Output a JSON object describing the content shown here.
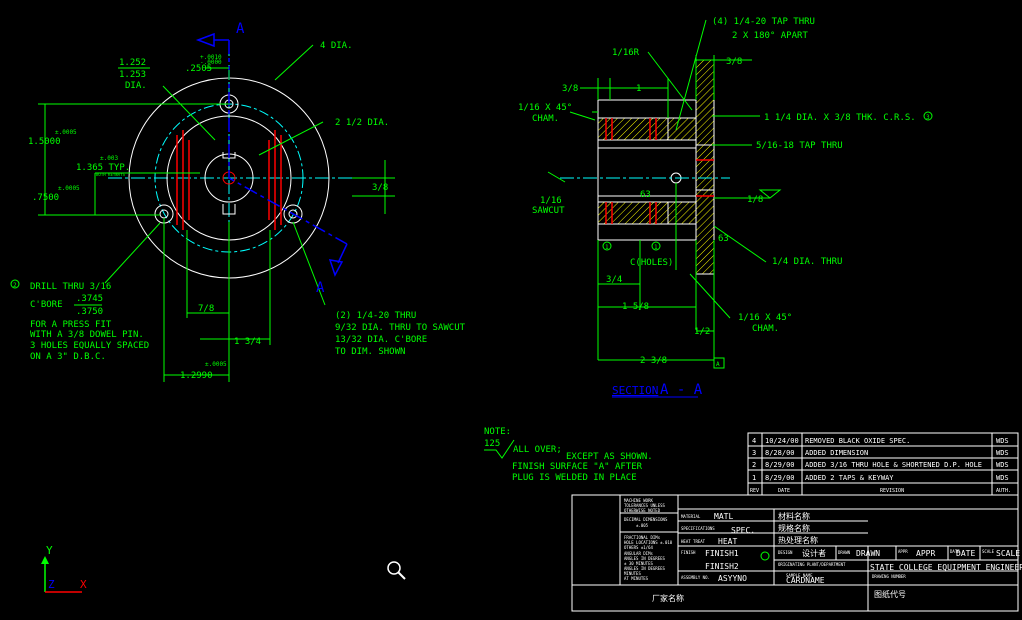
{
  "colors": {
    "background": "#000000",
    "geometry": "#ffffff",
    "dimension": "#00ff00",
    "center": "#00ffff",
    "section": "#ff0000",
    "cutting_plane": "#0000ff",
    "hatch": "#ffff00",
    "section_label": "#0000ff"
  },
  "front_view": {
    "label_a_top": "A",
    "label_a_bottom": "A",
    "dia_4": "4 DIA.",
    "dia_2_half": "2 1/2 DIA.",
    "bore_252": "1.252",
    "bore_253": "1.253",
    "bore_dia": "DIA.",
    "tol_top1": "+.0010",
    "tol_top2": "-.0000",
    "key_2505": ".2505",
    "tol_1": "±.0005",
    "dim_15000": "1.5000",
    "tol_2": "±.003",
    "dim_1365": "1.365 TYP.",
    "both_keyways": "BOTH KEYWAYS",
    "tol_3": "±.0005",
    "dim_7500": ".7500",
    "dim_3_8": "3/8",
    "note_2": "2",
    "drill": "DRILL THRU 3/16",
    "cbore": "C'BORE",
    "cbore_3745": ".3745",
    "cbore_3750": ".3750",
    "press_1": "FOR A PRESS FIT",
    "press_2": "WITH A 3/8 DOWEL PIN.",
    "press_3": "3 HOLES EQUALLY SPACED",
    "press_4": "ON A 3\" D.B.C.",
    "dim_7_8": "7/8",
    "dim_1_3_4": "1 3/4",
    "tol_4": "±.0005",
    "dim_12990": "1.2990",
    "tap_1": "(2) 1/4-20 THRU",
    "tap_2": "9/32 DIA. THRU TO SAWCUT",
    "tap_3": "13/32 DIA. C'BORE",
    "tap_4": "TO DIM. SHOWN"
  },
  "section_view": {
    "tap_top1": "(4) 1/4-20 TAP THRU",
    "tap_top2": "2 X 180° APART",
    "r_116": "1/16R",
    "d_3_8_left": "3/8",
    "d_1": "1",
    "d_3_8_right": "3/8",
    "cham_1": "1/16 X 45°",
    "cham_1b": "CHAM.",
    "crs": "1 1/4 DIA. X 3/8 THK. C.R.S.",
    "crs_num": "3",
    "tap_516": "5/16-18 TAP THRU",
    "saw_1": "1/16",
    "saw_2": "SAWCUT",
    "weld_63": "63",
    "d_1_8": "1/8",
    "c_holes": "C(HOLES)",
    "num1": "1",
    "num1b": "1",
    "weld_63b": "63",
    "dia_14": "1/4 DIA. THRU",
    "d_3_4": "3/4",
    "d_1_5_8": "1 5/8",
    "cham_2": "1/16 X 45°",
    "cham_2b": "CHAM.",
    "d_1_2": "1/2",
    "d_2_3_8": "2 3/8",
    "datum_a": "A",
    "section_label": "SECTION",
    "section_aa": "A - A"
  },
  "notes": {
    "note": "NOTE:",
    "finish_125": "125",
    "all_over": "ALL OVER;",
    "except": "EXCEPT AS SHOWN.",
    "finish_a": "FINISH SURFACE \"A\" AFTER",
    "plug": "PLUG IS WELDED IN PLACE"
  },
  "revisions": {
    "headers": [
      "REV",
      "DATE",
      "REVISION",
      "AUTH."
    ],
    "rows": [
      {
        "rev": "4",
        "date": "10/24/00",
        "desc": "REMOVED BLACK OXIDE SPEC.",
        "auth": "WDS"
      },
      {
        "rev": "3",
        "date": "8/28/00",
        "desc": "ADDED DIMENSION",
        "auth": "WDS"
      },
      {
        "rev": "2",
        "date": "8/29/00",
        "desc": "ADDED 3/16 THRU HOLE & SHORTENED D.P. HOLE",
        "auth": "WDS"
      },
      {
        "rev": "1",
        "date": "8/29/00",
        "desc": "ADDED 2  TAPS & KEYWAY",
        "auth": "WDS"
      }
    ]
  },
  "title_block": {
    "tol_1": "MACHINE WORK",
    "tol_2": "TOLERANCES UNLESS",
    "tol_3": "OTHERWISE NOTED",
    "tol_4": "DECIMAL DIMENSIONS",
    "tol_5": "±.005",
    "tol_6": "FRACTIONAL DIMs",
    "tol_7": "HOLE LOCATIONS ±.010",
    "tol_8": "OTHERS ±1/64",
    "tol_9": "ANGULAR DIMs",
    "tol_10": "ANGLES IN DEGREES",
    "tol_11": "± 30 MINUTES",
    "tol_12": "ANGLES IN DEGREES",
    "tol_13": "MINUTES",
    "tol_14": "AT MINUTES",
    "material_label": "MATERIAL",
    "material": "MATL",
    "material_cn": "材料名称",
    "spec_label": "SPECIFICATIONS",
    "spec": "SPEC.",
    "spec_cn": "规格名称",
    "heat_label": "HEAT TREAT",
    "heat": "HEAT",
    "heat_cn": "热处理名称",
    "finish_label": "FINISH",
    "finish1": "FINISH1",
    "finish2": "FINISH2",
    "assembly_label": "ASSEMBLY NO.",
    "assembly": "ASYYNO",
    "design_label": "DESIGN",
    "design_cn": "设计者",
    "drawn_label": "DRAWN",
    "drawn": "DRAWN",
    "appr_label": "APPR",
    "appr": "APPR",
    "date_label": "DATE",
    "date": "DATE",
    "scale_label": "SCALE",
    "scale": "SCALE",
    "plant_label": "ORIGINATING PLANT/DEPARTMENT",
    "company": "STATE COLLEGE EQUIPMENT ENGINEERING",
    "sample_label": "SAMPLE NAME",
    "sample": "CARDNAME",
    "drawing_label": "DRAWING NUMBER",
    "drawing_no": "图纸代号",
    "factory": "厂家名称"
  },
  "ucs": {
    "y": "Y",
    "x": "X",
    "z": "Z"
  },
  "icons": {
    "zoom": "zoom-magnifier-icon"
  }
}
